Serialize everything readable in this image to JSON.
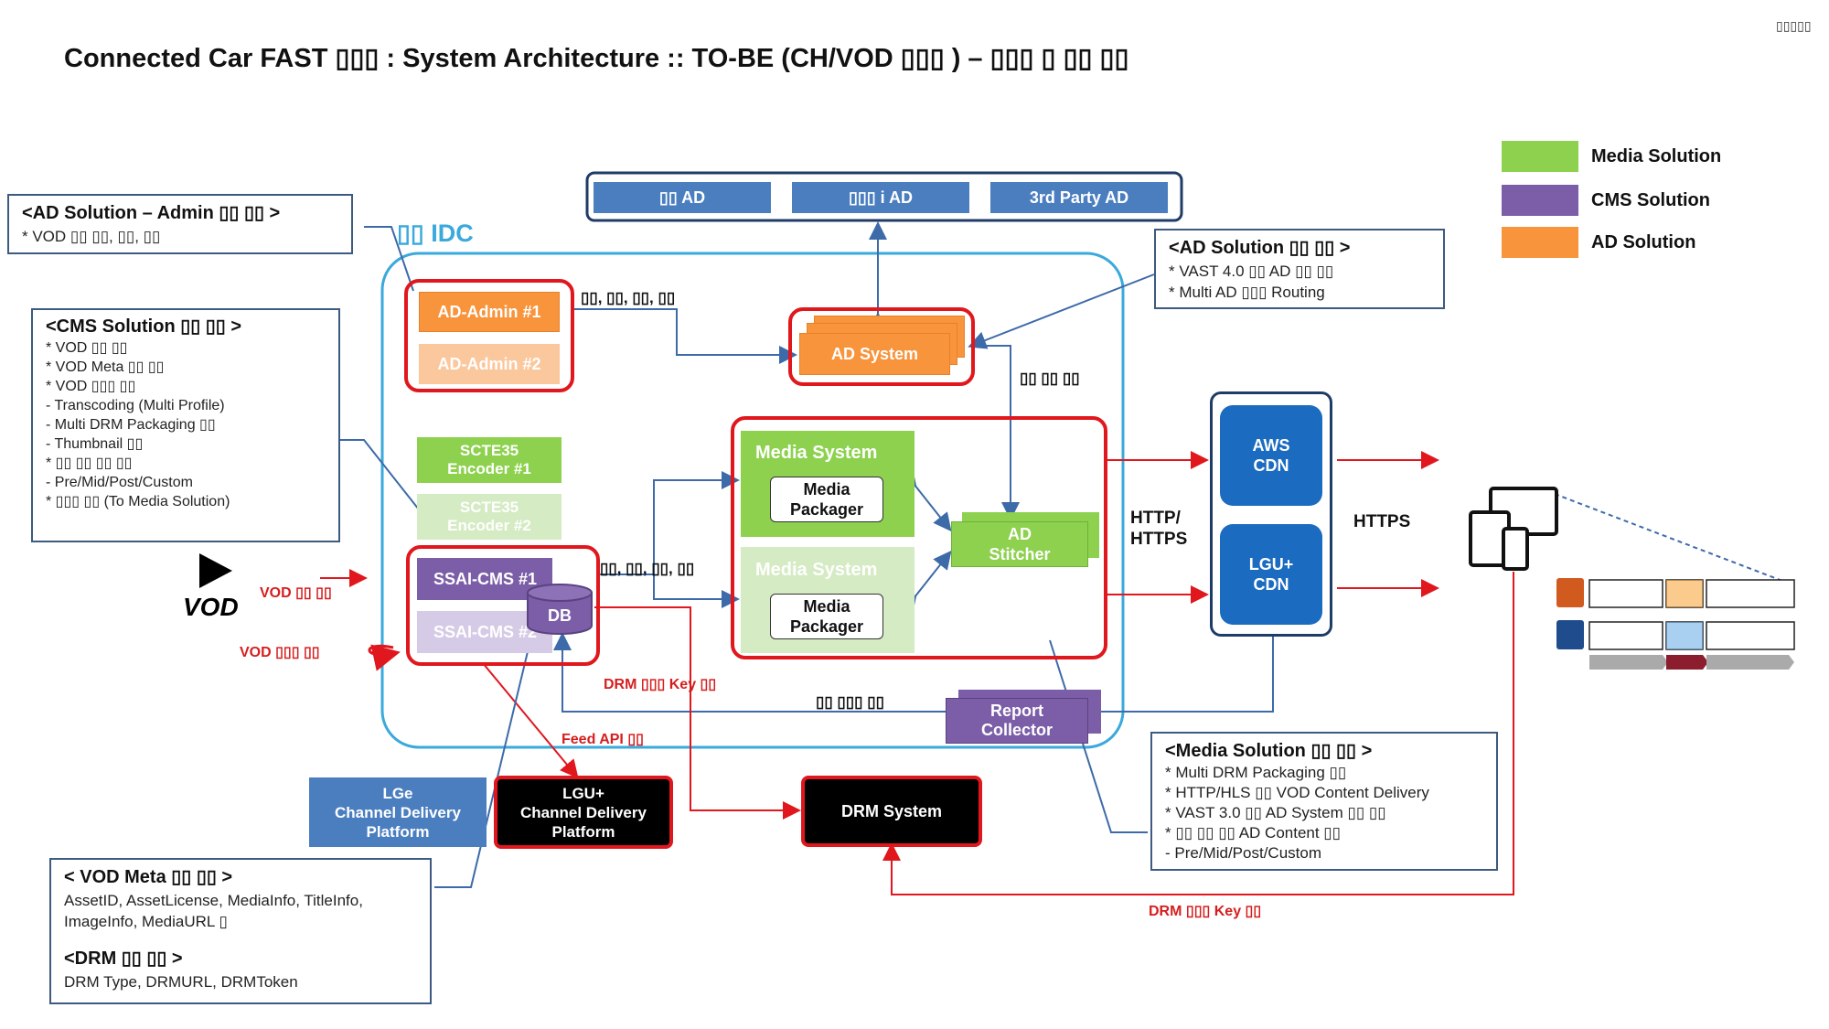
{
  "title": "Connected Car FAST  ▯▯▯ : System Architecture :: TO-BE (CH/VOD  ▯▯▯ ) –  ▯▯▯ ▯ ▯▯ ▯▯",
  "page_number": "▯▯▯▯▯",
  "legend": [
    {
      "label": "Media Solution",
      "color": "#8dd14e"
    },
    {
      "label": "CMS Solution",
      "color": "#7b5ea7"
    },
    {
      "label": "AD Solution",
      "color": "#f7943c"
    }
  ],
  "ad_sources": [
    "▯▯  AD",
    "▯▯▯ i AD",
    "3rd Party AD"
  ],
  "idc_label": "▯▯ IDC",
  "notes": {
    "ad_admin": {
      "title": "<AD Solution – Admin  ▯▯  ▯▯ >",
      "lines": [
        "* VOD  ▯▯  ▯▯,  ▯▯,  ▯▯"
      ]
    },
    "cms": {
      "title": "<CMS Solution  ▯▯  ▯▯ >",
      "lines": [
        "* VOD  ▯▯  ▯▯",
        "* VOD Meta  ▯▯  ▯▯",
        "* VOD  ▯▯▯  ▯▯",
        " - Transcoding (Multi Profile)",
        " - Multi DRM Packaging  ▯▯",
        " - Thumbnail  ▯▯",
        "*  ▯▯  ▯▯  ▯▯  ▯▯",
        " - Pre/Mid/Post/Custom",
        "*  ▯▯▯  ▯▯  (To Media Solution)"
      ]
    },
    "ad_solution": {
      "title": "<AD Solution  ▯▯  ▯▯ >",
      "lines": [
        "* VAST 4.0  ▯▯  AD  ▯▯  ▯▯",
        "* Multi  AD  ▯▯▯  Routing"
      ]
    },
    "media_solution": {
      "title": "<Media Solution  ▯▯  ▯▯ >",
      "lines": [
        "* Multi DRM Packaging  ▯▯",
        "* HTTP/HLS  ▯▯  VOD Content Delivery",
        "* VAST 3.0  ▯▯  AD System  ▯▯  ▯▯",
        "*  ▯▯  ▯▯  ▯▯  AD Content  ▯▯",
        " - Pre/Mid/Post/Custom"
      ]
    },
    "vod_meta": {
      "title": "< VOD Meta  ▯▯  ▯▯ >",
      "lines": [
        "AssetID, AssetLicense, MediaInfo, TitleInfo,",
        "ImageInfo, MediaURL  ▯"
      ],
      "title2": "<DRM  ▯▯  ▯▯ >",
      "lines2": [
        "DRM Type, DRMURL, DRMToken"
      ]
    }
  },
  "nodes": {
    "ad_admin_1": "AD-Admin #1",
    "ad_admin_2": "AD-Admin #2",
    "ad_system": "AD System",
    "scte_1": "SCTE35\nEncoder #1",
    "scte_2": "SCTE35\nEncoder #2",
    "ssai_cms_1": "SSAI-CMS #1",
    "ssai_cms_2": "SSAI-CMS #2",
    "db": "DB",
    "media_system_1": "Media System",
    "media_system_2": "Media System",
    "media_packager_1": "Media\nPackager",
    "media_packager_2": "Media\nPackager",
    "ad_stitcher": "AD\nStitcher",
    "aws_cdn": "AWS\nCDN",
    "lgu_cdn": "LGU+\nCDN",
    "report_collector": "Report\nCollector",
    "lge_platform": "LGe\nChannel Delivery\nPlatform",
    "lgu_platform": "LGU+\nChannel Delivery\nPlatform",
    "drm_system": "DRM System",
    "vod_logo": "VOD"
  },
  "labels": {
    "admin_to_ad": "▯▯,  ▯▯,  ▯▯,  ▯▯",
    "ad_to_stitcher": "▯▯  ▯▯  ▯▯",
    "cms_to_media": "▯▯,  ▯▯,  ▯▯,  ▯▯",
    "report_back": "▯▯  ▯▯▯  ▯▯",
    "http": "HTTP/\nHTTPS",
    "https": "HTTPS",
    "vod_in": "VOD  ▯▯  ▯▯",
    "vod_meta_in": "VOD ▯▯▯  ▯▯",
    "drm_key_1": "DRM  ▯▯▯  Key  ▯▯",
    "feed_api": "Feed API  ▯▯",
    "drm_key_2": "DRM  ▯▯▯  Key  ▯▯"
  }
}
